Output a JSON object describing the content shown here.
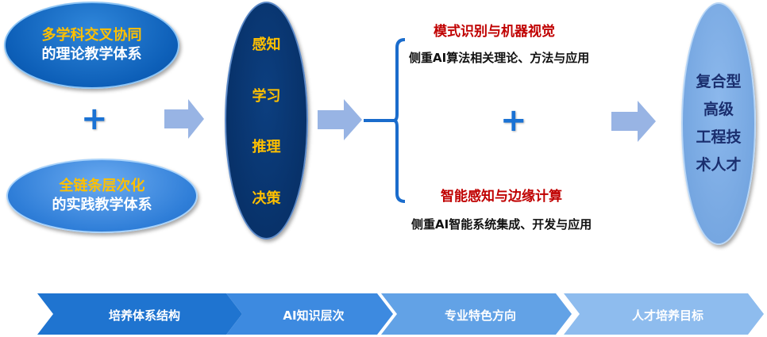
{
  "left": {
    "top_ellipse": {
      "line1": "多学科交叉协同",
      "line2": "的理论教学体系"
    },
    "plus": "+",
    "bottom_ellipse": {
      "line1": "全链条层次化",
      "line2": "的实践教学体系"
    }
  },
  "ai_levels": [
    "感知",
    "学习",
    "推理",
    "决策"
  ],
  "directions": [
    {
      "title": "模式识别与机器视觉",
      "desc": "侧重AI算法相关理论、方法与应用"
    },
    {
      "title": "智能感知与边缘计算",
      "desc": "侧重AI智能系统集成、开发与应用"
    }
  ],
  "middle_plus": "+",
  "goal": [
    "复合型",
    "高级",
    "工程技",
    "术人才"
  ],
  "stages": [
    "培养体系结构",
    "AI知识层次",
    "专业特色方向",
    "人才培养目标"
  ],
  "colors": {
    "yellow": "#ffc000",
    "red": "#c00000",
    "navy": "#062c60"
  }
}
